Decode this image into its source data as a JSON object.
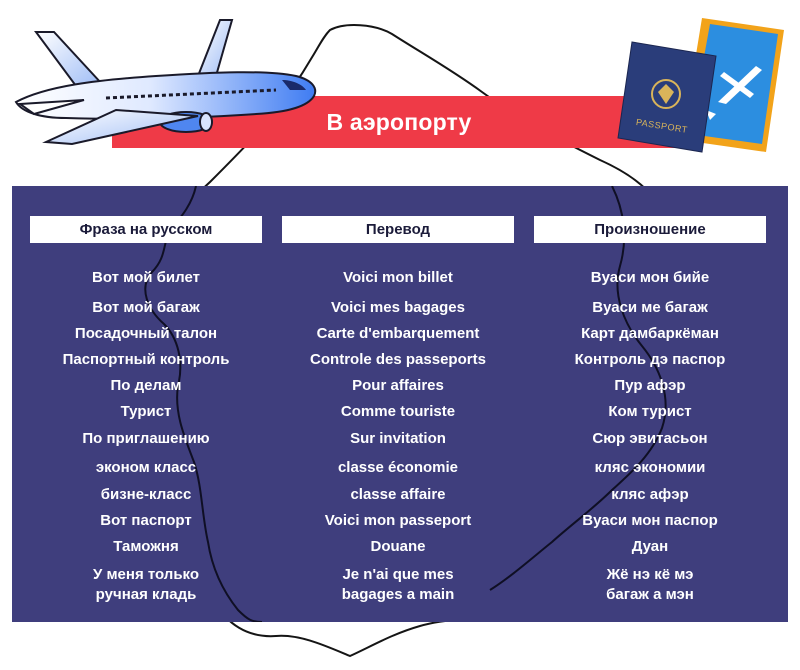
{
  "title": "В аэропорту",
  "colors": {
    "title_band": "#ef3a47",
    "panel": "#3f3e7d",
    "header_bg": "#ffffff",
    "text": "#ffffff"
  },
  "icons": [
    "airplane-icon",
    "passport-icon",
    "boarding-pass-icon",
    "france-map-outline"
  ],
  "passport": {
    "label": "PASSPORT"
  },
  "columns": [
    {
      "header": "Фраза на русском"
    },
    {
      "header": "Перевод"
    },
    {
      "header": "Произношение"
    }
  ],
  "rows": [
    {
      "ru": "Вот мой билет",
      "fr": "Voici mon billet",
      "pron": "Вуаси мон бийе"
    },
    {
      "ru": "Вот мой багаж",
      "fr": "Voici mes bagages",
      "pron": "Вуаси ме багаж"
    },
    {
      "ru": "Посадочный талон",
      "fr": "Carte d'embarquement",
      "pron": "Карт дамбаркёман"
    },
    {
      "ru": "Паспортный контроль",
      "fr": "Controle des passeports",
      "pron": "Контроль дэ паспор"
    },
    {
      "ru": "По делам",
      "fr": "Pour affaires",
      "pron": "Пур афэр"
    },
    {
      "ru": "Турист",
      "fr": "Comme touriste",
      "pron": "Ком турист"
    },
    {
      "ru": "По приглашению",
      "fr": "Sur invitation",
      "pron": "Сюр эвитасьон"
    },
    {
      "ru": "эконом класс",
      "fr": "classe économie",
      "pron": "кляс экономии"
    },
    {
      "ru": "бизне-класс",
      "fr": "classe affaire",
      "pron": "кляс афэр"
    },
    {
      "ru": "Вот паспорт",
      "fr": "Voici mon passeport",
      "pron": "Вуаси мон паспор"
    },
    {
      "ru": "Таможня",
      "fr": "Douane",
      "pron": "Дуан"
    },
    {
      "ru": "У меня только ручная кладь",
      "fr": "Je n'ai que mes bagages a main",
      "pron": "Жё нэ кё мэ багаж а мэн"
    }
  ]
}
